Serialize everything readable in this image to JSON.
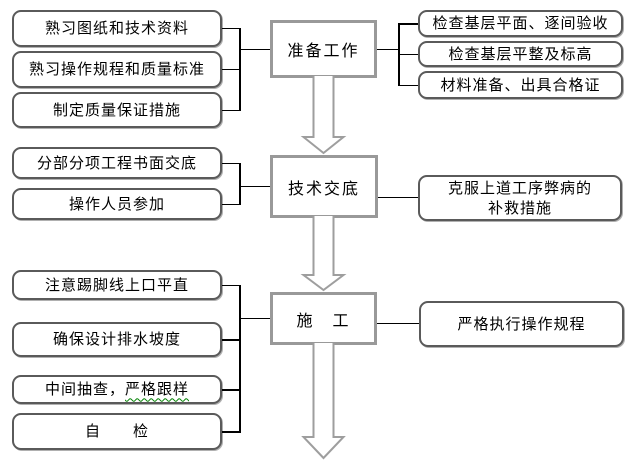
{
  "flowchart": {
    "stages": [
      {
        "label": "准备工作",
        "inputs": [
          {
            "label": "熟习图纸和技术资料"
          },
          {
            "label": "熟习操作规程和质量标准"
          },
          {
            "label": "制定质量保证措施"
          }
        ],
        "outputs": [
          {
            "label": "检查基层平面、逐间验收"
          },
          {
            "label": "检查基层平整及标高"
          },
          {
            "label": "材料准备、出具合格证"
          }
        ]
      },
      {
        "label": "技术交底",
        "inputs": [
          {
            "label": "分部分项工程书面交底"
          },
          {
            "label": "操作人员参加"
          }
        ],
        "outputs": [
          {
            "line1": "克服上道工序弊病的",
            "line2": "补救措施"
          }
        ]
      },
      {
        "label": "施　工",
        "inputs": [
          {
            "label": "注意踢脚线上口平直"
          },
          {
            "label": "确保设计排水坡度"
          },
          {
            "prefix": "中间抽查，",
            "underlined": "严格跟样"
          },
          {
            "label": "自　　检"
          }
        ],
        "outputs": [
          {
            "label": "严格执行操作规程"
          }
        ]
      }
    ],
    "colors": {
      "background": "#ffffff",
      "text": "#000000",
      "input_output_border": "#5a5a5a",
      "stage_border": "#999999",
      "arrow_outline": "#9e9e9e",
      "connector_line": "#000000",
      "spellcheck_underline": "#008000"
    }
  }
}
